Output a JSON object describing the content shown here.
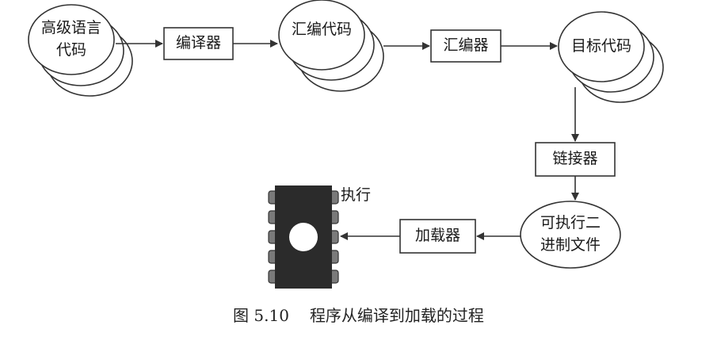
{
  "diagram": {
    "nodes": {
      "source_code": {
        "label_line1": "高级语言",
        "label_line2": "代码"
      },
      "compiler": {
        "label": "编译器"
      },
      "assembly_code": {
        "label": "汇编代码"
      },
      "assembler": {
        "label": "汇编器"
      },
      "object_code": {
        "label": "目标代码"
      },
      "linker": {
        "label": "链接器"
      },
      "executable": {
        "label_line1": "可执行二",
        "label_line2": "进制文件"
      },
      "loader": {
        "label": "加载器"
      },
      "chip": {
        "label": "执行"
      }
    },
    "caption": {
      "number": "图 5.10",
      "text": "程序从编译到加载的过程"
    }
  }
}
